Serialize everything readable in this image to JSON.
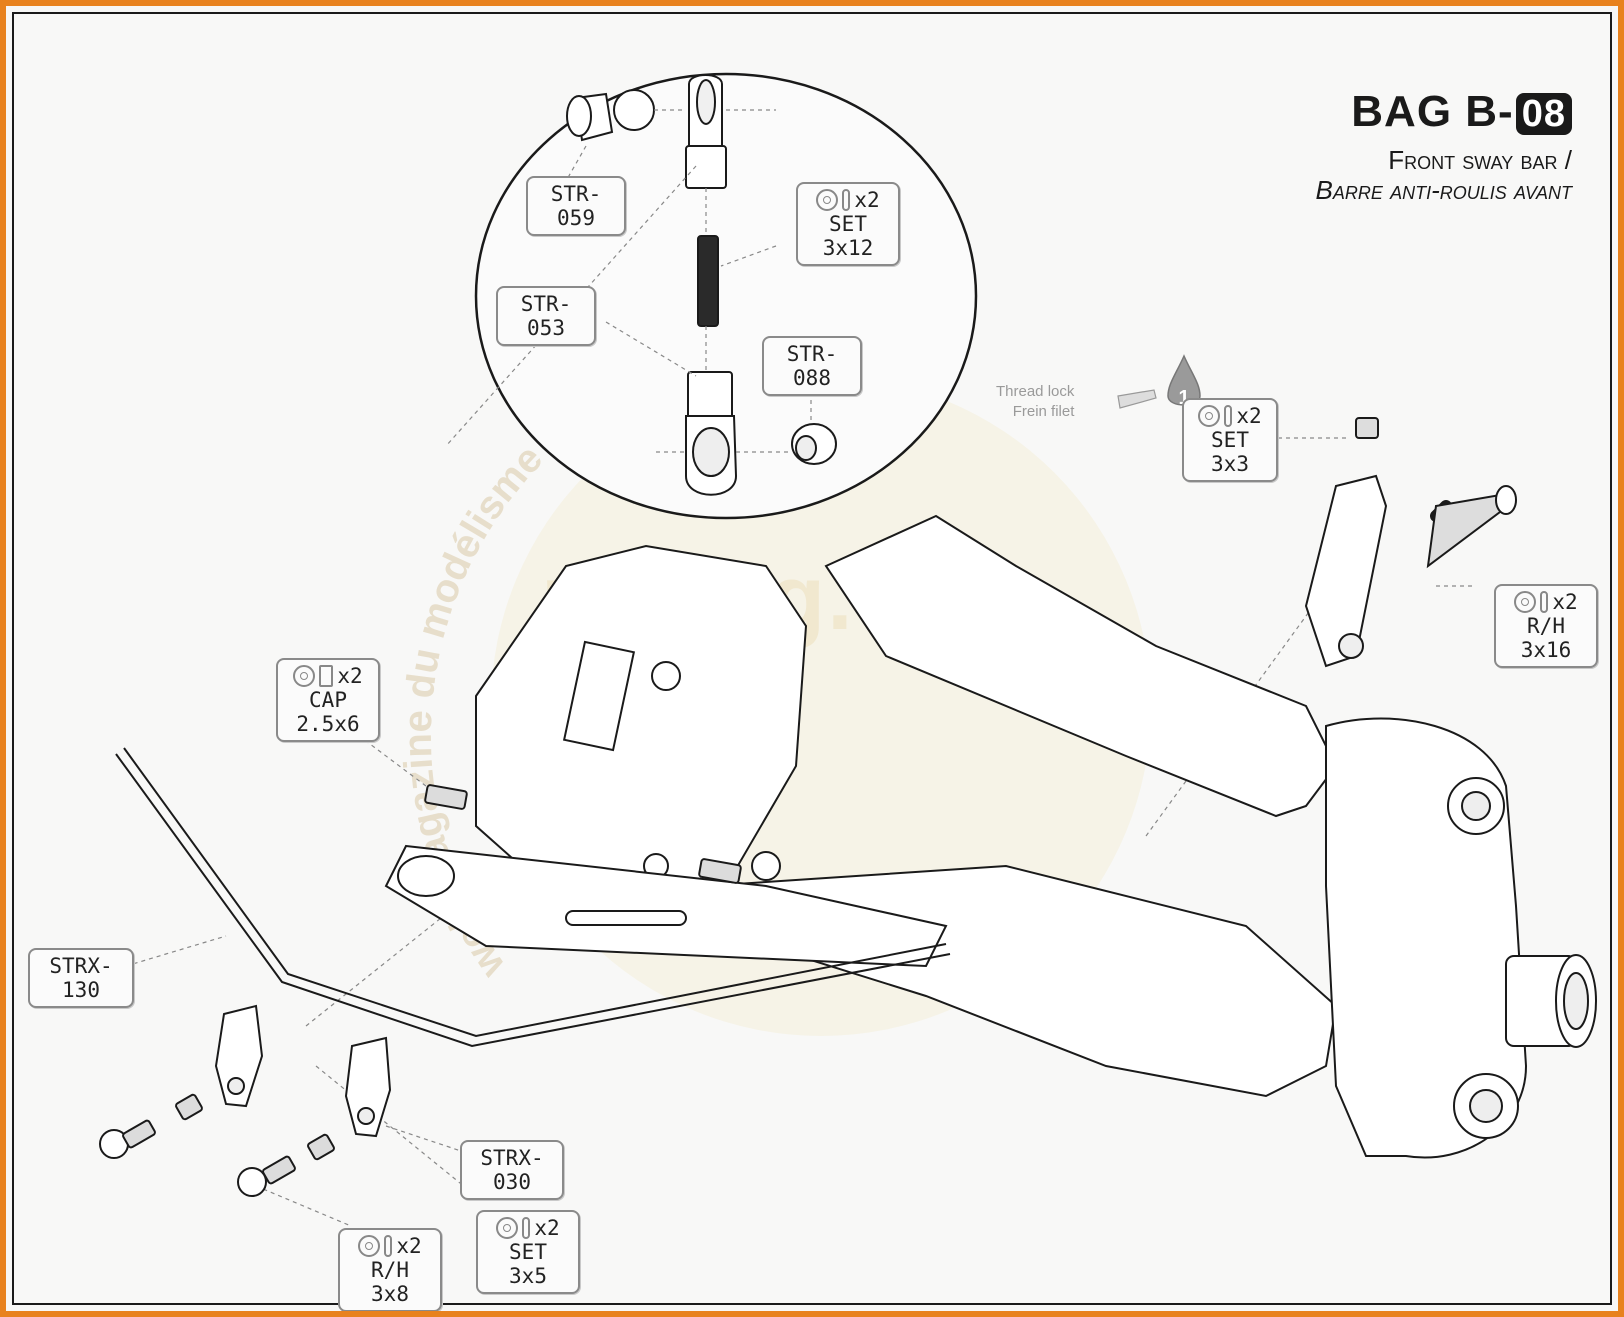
{
  "title": {
    "bag_prefix": "BAG B-",
    "bag_number": "08",
    "subtitle_en": "Front sway bar /",
    "subtitle_fr": "Barre anti-roulis avant"
  },
  "thread_lock": {
    "line1": "Thread lock",
    "line2": "Frein filet",
    "step_number": "1"
  },
  "part_labels": [
    {
      "id": "STR-059",
      "text": "STR-059"
    },
    {
      "id": "STR-053",
      "text": "STR-053"
    },
    {
      "id": "STR-088",
      "text": "STR-088"
    },
    {
      "id": "STRX-130",
      "text": "STRX-130"
    },
    {
      "id": "STRX-030",
      "text": "STRX-030"
    }
  ],
  "hardware_labels": [
    {
      "id": "set-3x12",
      "qty": "x2",
      "text": "SET 3x12"
    },
    {
      "id": "set-3x3",
      "qty": "x2",
      "text": "SET 3x3"
    },
    {
      "id": "rh-3x16",
      "qty": "x2",
      "text": "R/H 3x16"
    },
    {
      "id": "cap-2-5x6",
      "qty": "x2",
      "text": "CAP 2.5x6"
    },
    {
      "id": "rh-3x8",
      "qty": "x2",
      "text": "R/H 3x8"
    },
    {
      "id": "set-3x5",
      "qty": "x2",
      "text": "SET 3x5"
    }
  ],
  "watermark": {
    "text": "rcmag.com",
    "arc_text": "web magazine du modélisme"
  },
  "colors": {
    "frame_orange": "#e8821e",
    "line_dark": "#1a1a1a",
    "label_border": "#8a8a8a"
  }
}
